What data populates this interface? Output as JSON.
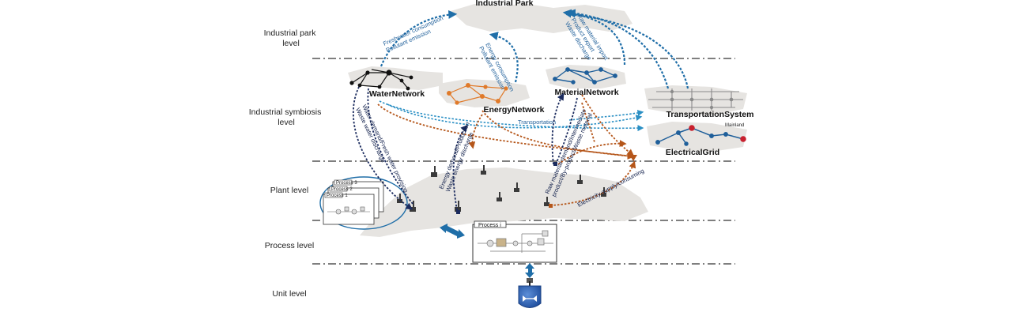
{
  "levels": [
    {
      "lines": [
        "Industrial park",
        "level"
      ]
    },
    {
      "lines": [
        "Industrial symbiosis",
        "level"
      ]
    },
    {
      "lines": [
        "Plant level"
      ]
    },
    {
      "lines": [
        "Process level"
      ]
    },
    {
      "lines": [
        "Unit level"
      ]
    }
  ],
  "nodes": {
    "industrial_park": "Industrial Park",
    "water_network": "WaterNetwork",
    "energy_network": "EnergyNetwork",
    "material_network": "MaterialNetwork",
    "transportation_system": "TransportationSystem",
    "electrical_grid": "ElectricalGrid",
    "mainland": "Mainland"
  },
  "flows": {
    "water_to_park": [
      "Freshwater consumption",
      "Pollutant emission"
    ],
    "energy_to_park": [
      "Energy consumption",
      "Pollutant emission"
    ],
    "material_to_park": [
      "Raw material import",
      "Product export",
      "Waste discharge"
    ],
    "transportation": "Transportation",
    "water_plant": [
      "Water demand/Fresh water provision",
      "Waste water discharge"
    ],
    "energy_plant": [
      "Energy demand/Production",
      "Waste energy discharge"
    ],
    "material_plant": [
      "Raw material demand/Intermediate",
      "product/By-product/Waste material"
    ],
    "electricity": "Electricity supply/consuming"
  },
  "process_cards": [
    "Process 3",
    "Process 2",
    "Process 1"
  ],
  "process_focus": "Process i",
  "colors": {
    "blue": "#1f6ea8",
    "navy": "#1b2b5e",
    "orange": "#b5561a",
    "water_net": "#111111",
    "energy_net": "#e07a2a",
    "material_net": "#1f5f9a",
    "grid_node": "#c8202e"
  },
  "icons": [
    "process-flowsheet-icon",
    "reactor-vessel-icon",
    "factory-icon",
    "double-arrow-icon"
  ]
}
